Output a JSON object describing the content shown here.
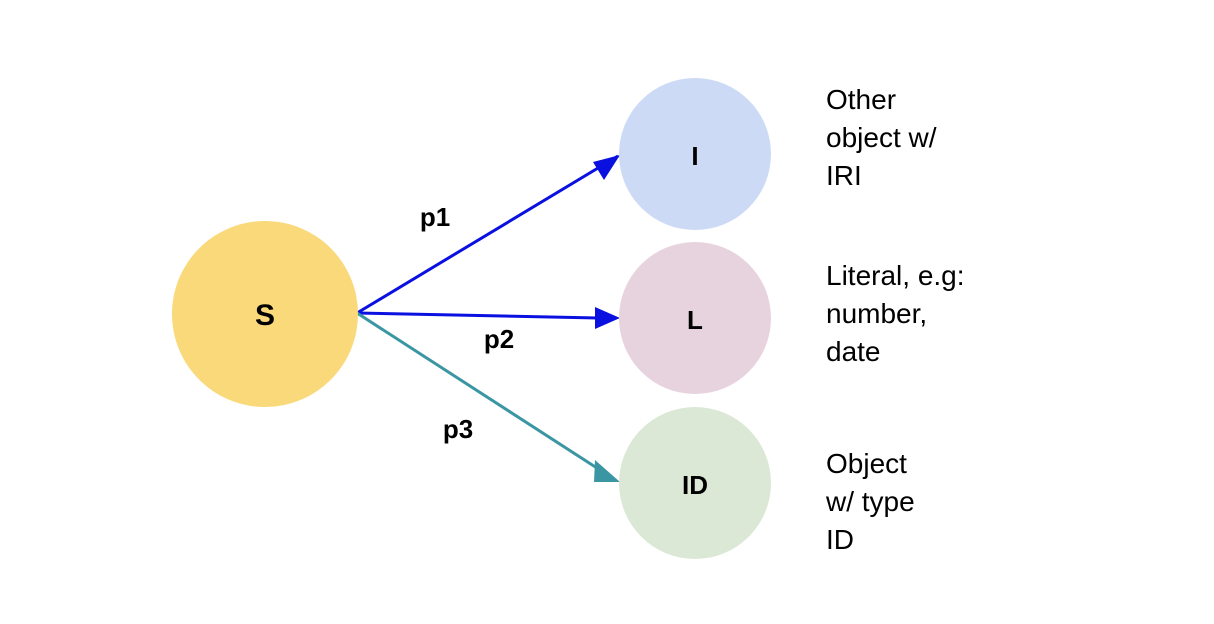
{
  "colors": {
    "subject_fill": "#f9d97a",
    "iri_fill": "#ccdaf5",
    "literal_fill": "#e7d3de",
    "typed_fill": "#dce8d6",
    "edge_blue": "#0a10e0",
    "edge_teal": "#3b96a3"
  },
  "nodes": {
    "subject": {
      "label": "S"
    },
    "iri": {
      "label": "I"
    },
    "literal": {
      "label": "L"
    },
    "typed": {
      "label": "ID"
    }
  },
  "edges": {
    "p1": {
      "label": "p1"
    },
    "p2": {
      "label": "p2"
    },
    "p3": {
      "label": "p3"
    }
  },
  "descriptions": {
    "iri": [
      "Other",
      "object w/",
      "IRI"
    ],
    "literal": [
      "Literal, e.g:",
      "number,",
      "date"
    ],
    "typed": [
      "Object",
      "w/ type",
      "ID"
    ]
  }
}
